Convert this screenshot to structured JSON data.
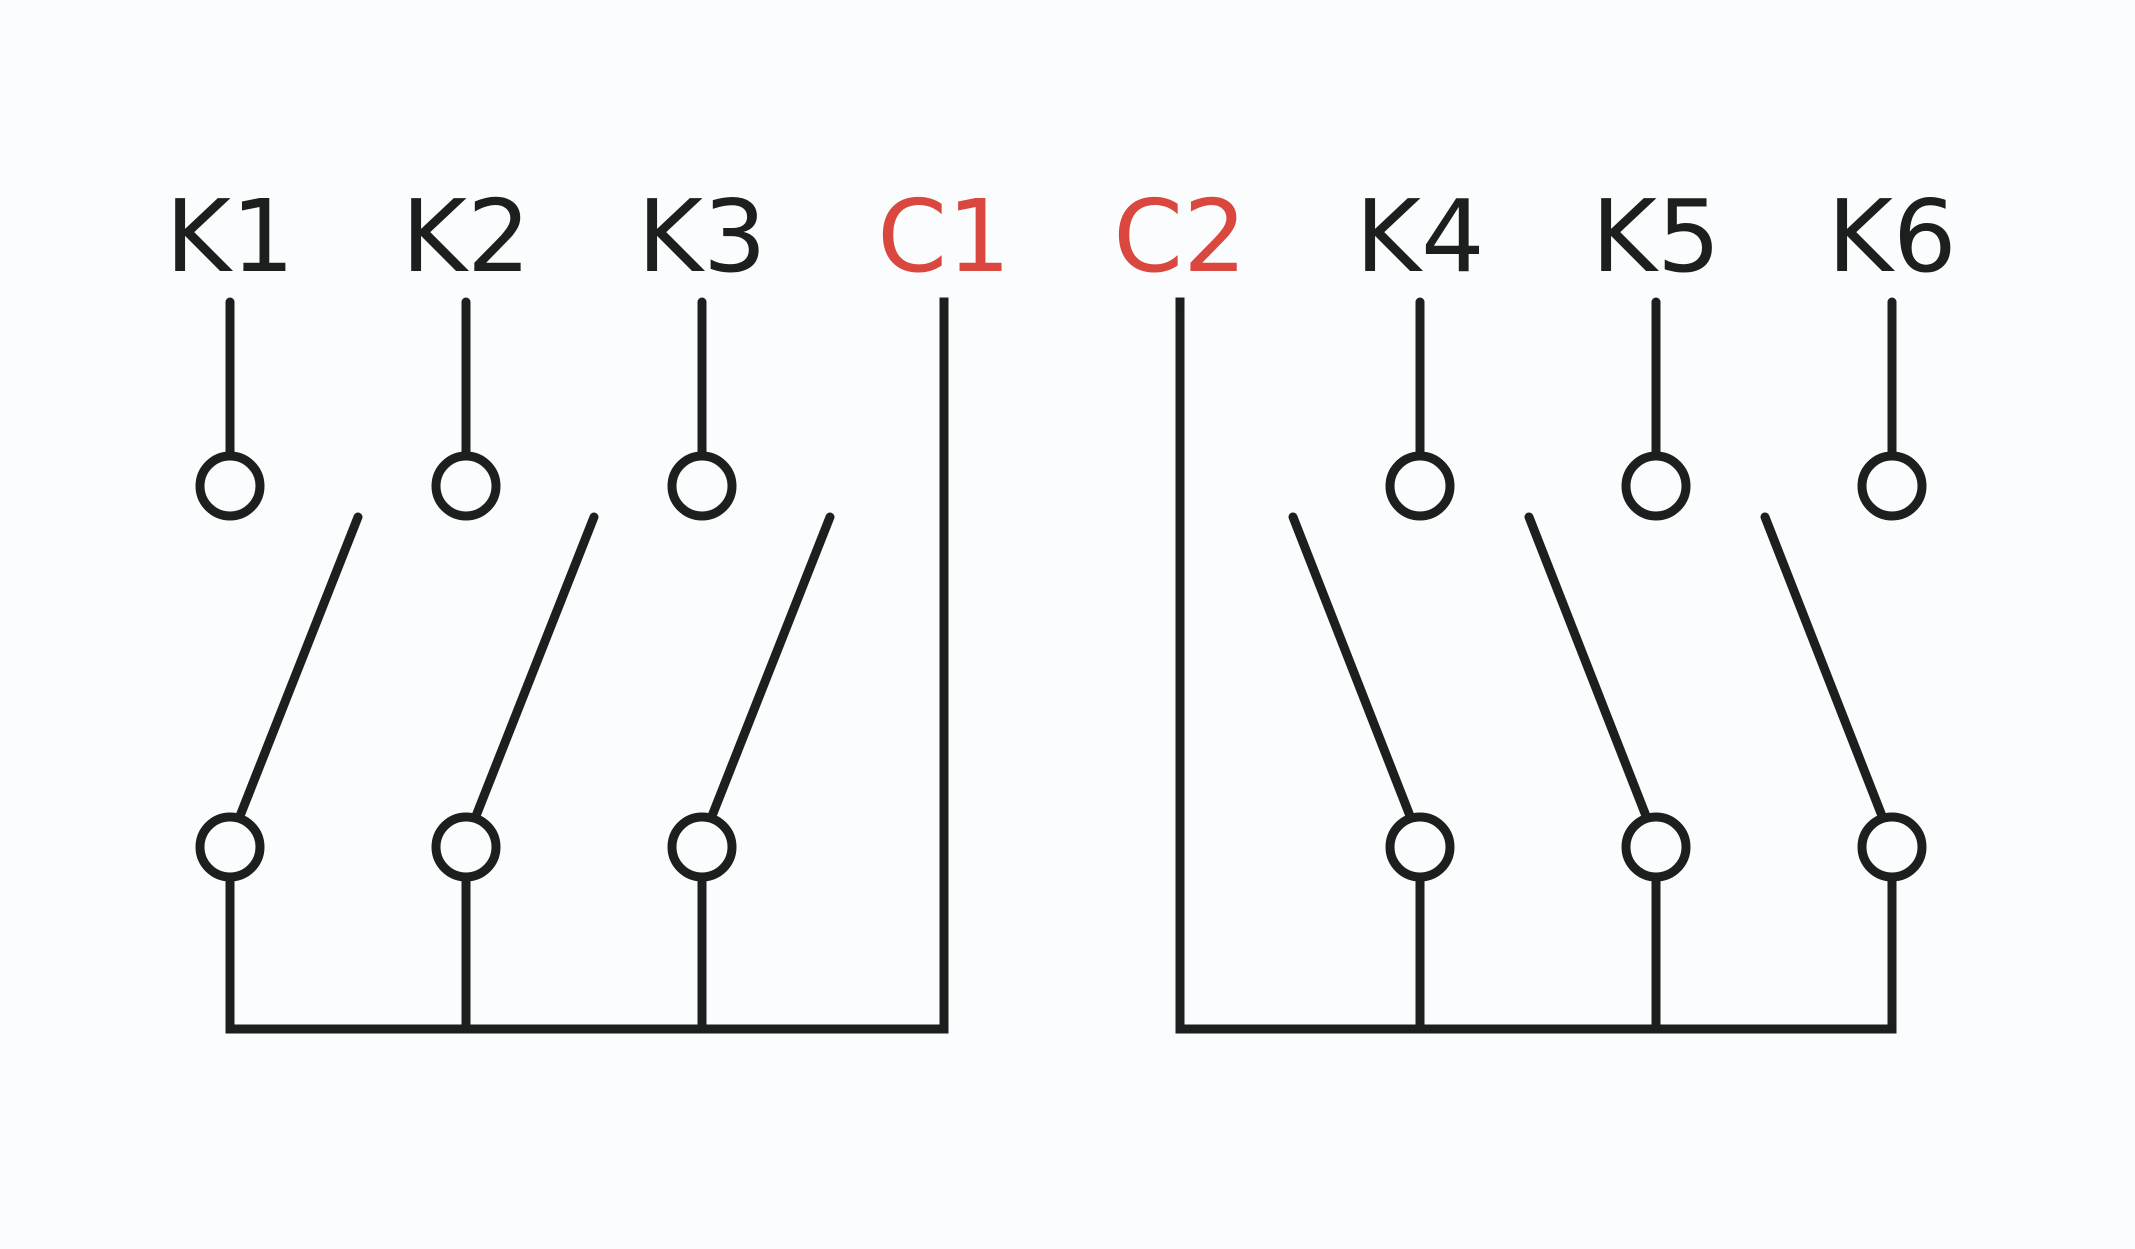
{
  "colors": {
    "line": "#1d1f1e",
    "contact_label": "#1d1f1e",
    "common_label": "#d9473f",
    "background": "#fbfcfd"
  },
  "terminals": [
    {
      "id": "k1",
      "label": "K1",
      "kind": "contact"
    },
    {
      "id": "k2",
      "label": "K2",
      "kind": "contact"
    },
    {
      "id": "k3",
      "label": "K3",
      "kind": "contact"
    },
    {
      "id": "c1",
      "label": "C1",
      "kind": "common"
    },
    {
      "id": "c2",
      "label": "C2",
      "kind": "common"
    },
    {
      "id": "k4",
      "label": "K4",
      "kind": "contact"
    },
    {
      "id": "k5",
      "label": "K5",
      "kind": "contact"
    },
    {
      "id": "k6",
      "label": "K6",
      "kind": "contact"
    }
  ],
  "groups": [
    {
      "common": "c1",
      "contacts": [
        "k1",
        "k2",
        "k3"
      ],
      "switch_state": "open"
    },
    {
      "common": "c2",
      "contacts": [
        "k4",
        "k5",
        "k6"
      ],
      "switch_state": "open"
    }
  ]
}
